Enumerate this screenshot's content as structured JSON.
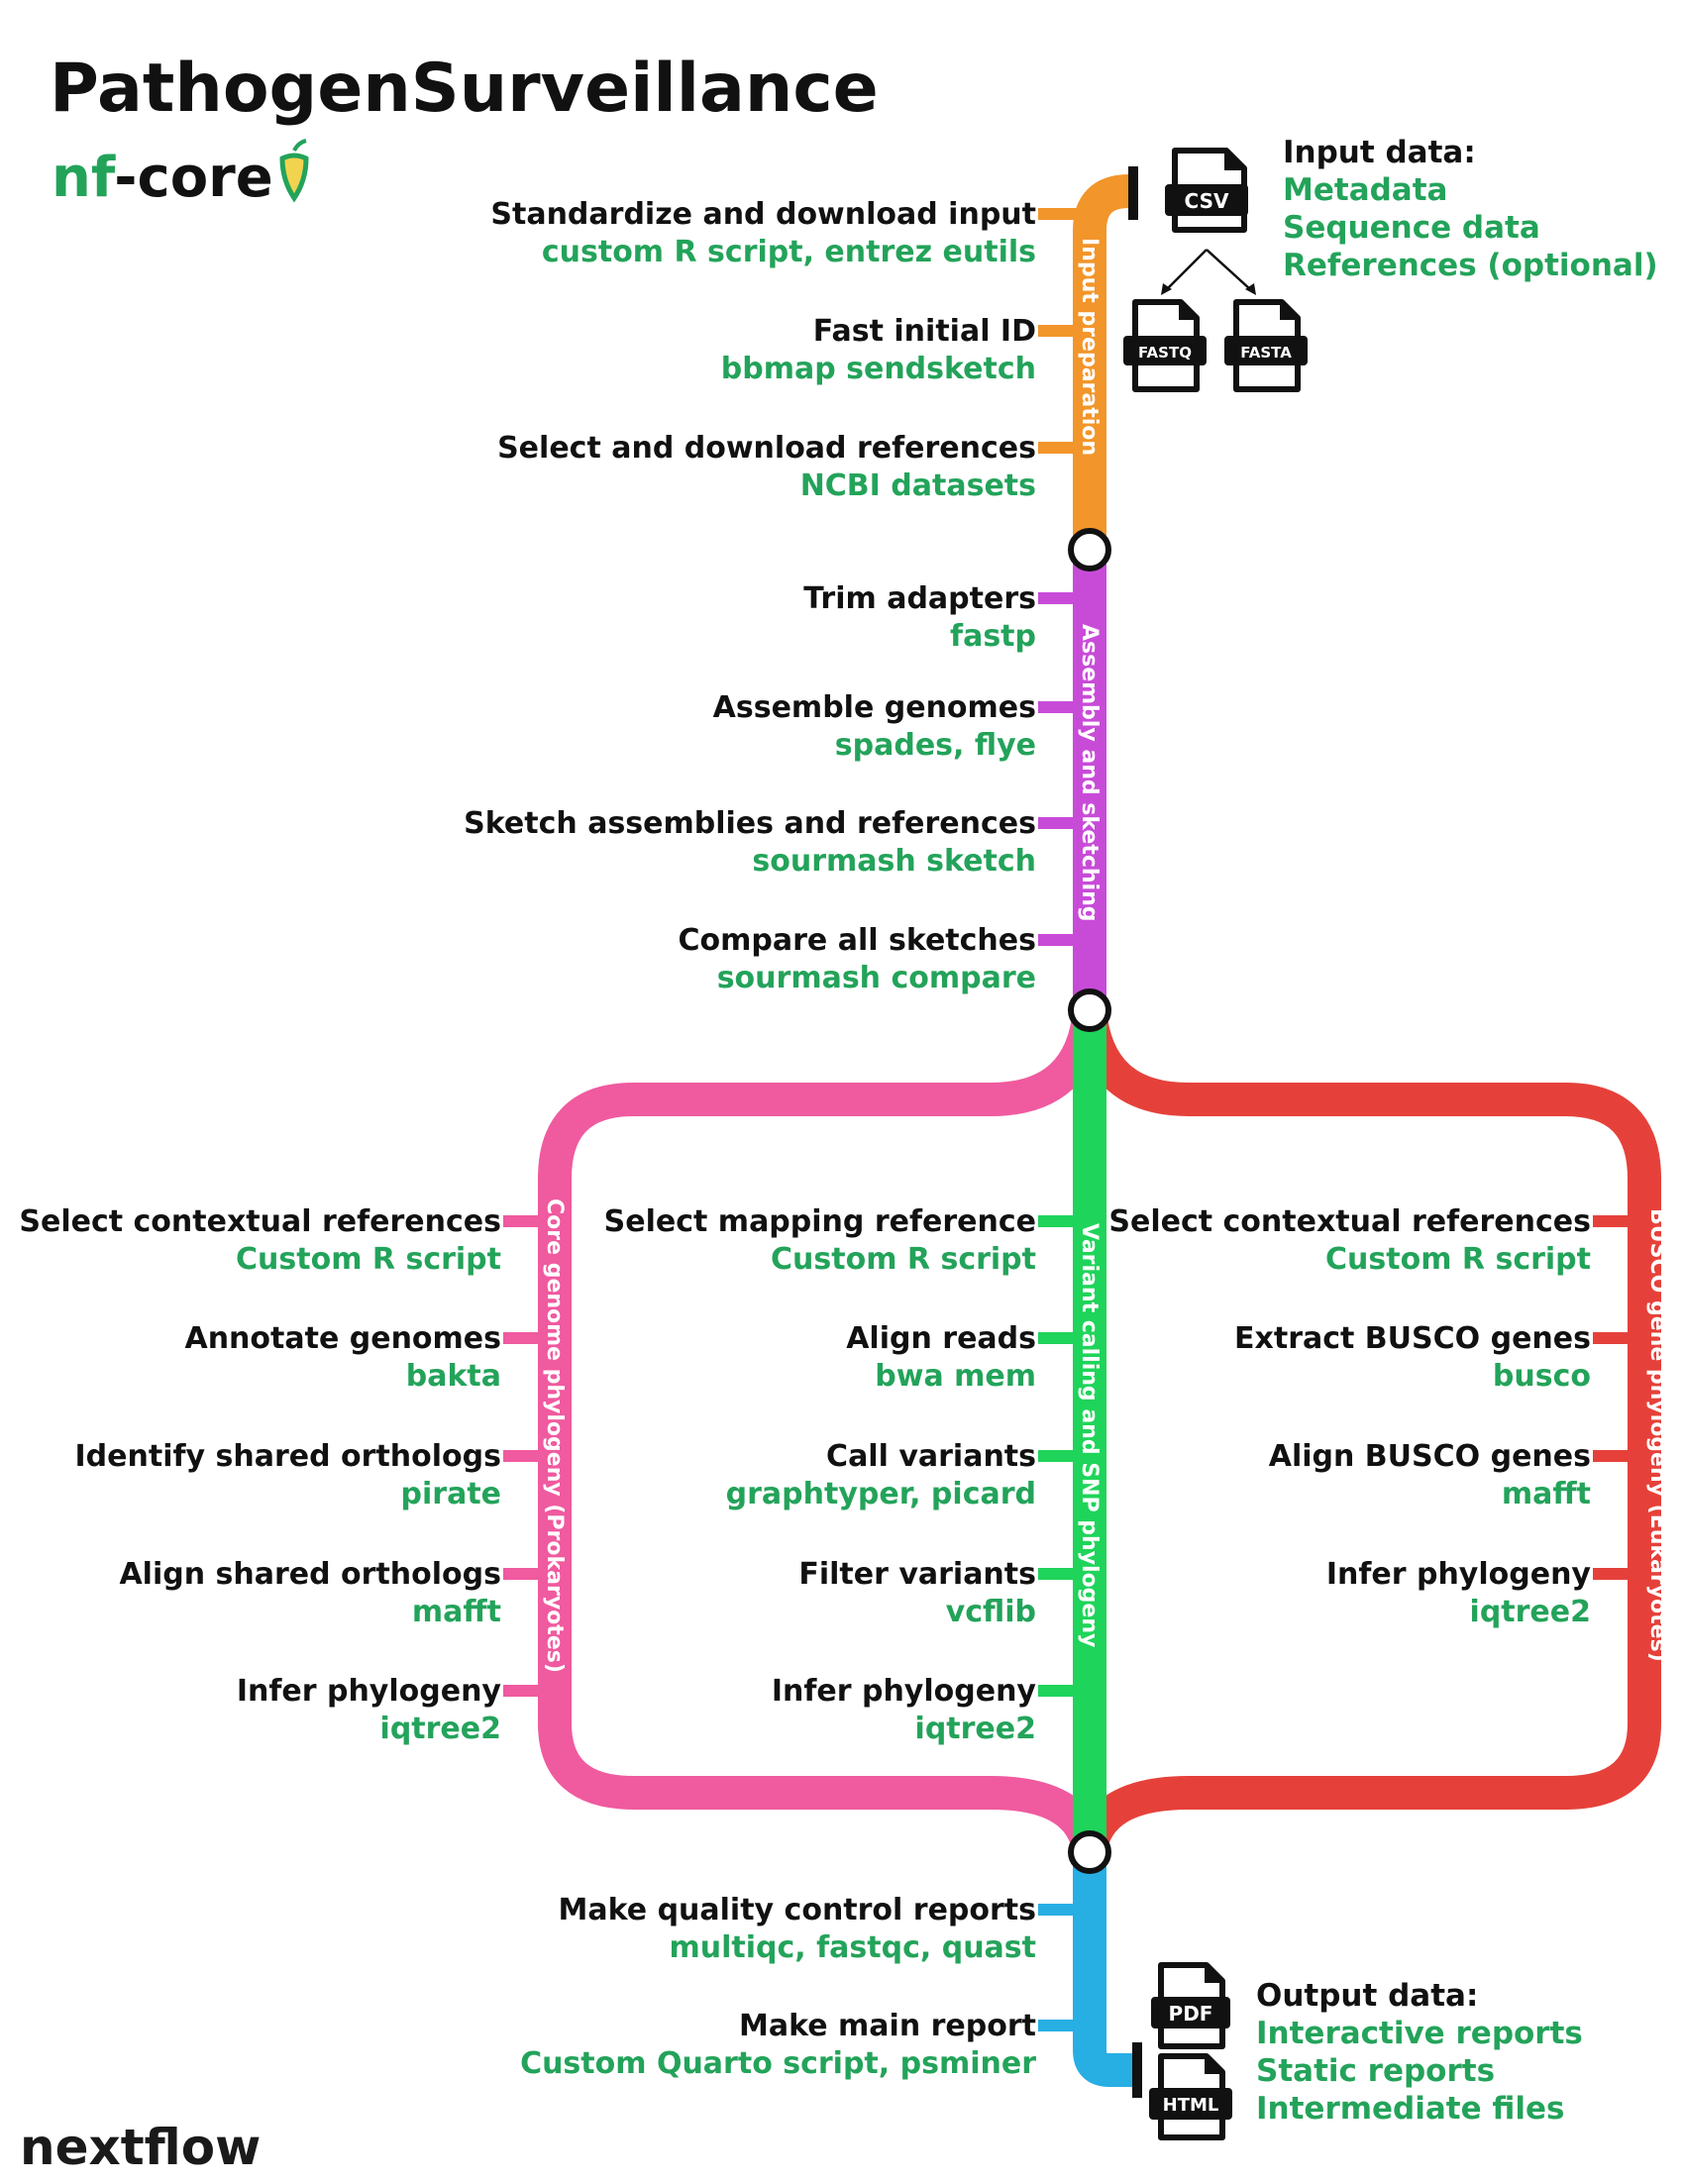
{
  "title": "PathogenSurveillance",
  "logos": {
    "nfcore_prefix": "nf",
    "nfcore_suffix": "core",
    "nextflow": "nextflow"
  },
  "colors": {
    "input_preparation": "#f2952a",
    "assembly_sketching": "#c84bd8",
    "variant_calling": "#1fd45a",
    "core_genome": "#f05a9f",
    "busco": "#e5413a",
    "reporting": "#27aee3",
    "tool_text": "#23a35a"
  },
  "input": {
    "heading": "Input data:",
    "items": [
      "Metadata",
      "Sequence data",
      "References (optional)"
    ],
    "files": [
      "CSV",
      "FASTQ",
      "FASTA"
    ]
  },
  "output": {
    "heading": "Output data:",
    "items": [
      "Interactive reports",
      "Static reports",
      "Intermediate files"
    ],
    "files": [
      "PDF",
      "HTML"
    ]
  },
  "sections": {
    "input_preparation": "Input preparation",
    "assembly": "Assembly and sketching",
    "variant": "Variant calling and SNP phylogeny",
    "core": "Core genome phylogeny (Prokaryotes)",
    "busco": "BUSCO gene phylogeny (Eukaryotes)"
  },
  "steps": {
    "input_prep": [
      {
        "label": "Standardize and download input",
        "tool": "custom R script, entrez eutils"
      },
      {
        "label": "Fast initial ID",
        "tool": "bbmap sendsketch"
      },
      {
        "label": "Select and download references",
        "tool": "NCBI datasets"
      }
    ],
    "assembly": [
      {
        "label": "Trim adapters",
        "tool": "fastp"
      },
      {
        "label": "Assemble genomes",
        "tool": "spades, flye"
      },
      {
        "label": "Sketch assemblies and references",
        "tool": "sourmash sketch"
      },
      {
        "label": "Compare all sketches",
        "tool": "sourmash compare"
      }
    ],
    "core": [
      {
        "label": "Select contextual references",
        "tool": "Custom R script"
      },
      {
        "label": "Annotate genomes",
        "tool": "bakta"
      },
      {
        "label": "Identify shared orthologs",
        "tool": "pirate"
      },
      {
        "label": "Align shared orthologs",
        "tool": "mafft"
      },
      {
        "label": "Infer phylogeny",
        "tool": "iqtree2"
      }
    ],
    "variant": [
      {
        "label": "Select mapping reference",
        "tool": "Custom R script"
      },
      {
        "label": "Align reads",
        "tool": "bwa mem"
      },
      {
        "label": "Call variants",
        "tool": "graphtyper, picard"
      },
      {
        "label": "Filter variants",
        "tool": "vcflib"
      },
      {
        "label": "Infer phylogeny",
        "tool": "iqtree2"
      }
    ],
    "busco": [
      {
        "label": "Select contextual references",
        "tool": "Custom R script"
      },
      {
        "label": "Extract BUSCO genes",
        "tool": "busco"
      },
      {
        "label": "Align BUSCO genes",
        "tool": "mafft"
      },
      {
        "label": "Infer phylogeny",
        "tool": "iqtree2"
      }
    ],
    "reporting": [
      {
        "label": "Make quality control reports",
        "tool": "multiqc, fastqc, quast"
      },
      {
        "label": "Make main report",
        "tool": "Custom Quarto script, psminer"
      }
    ]
  }
}
